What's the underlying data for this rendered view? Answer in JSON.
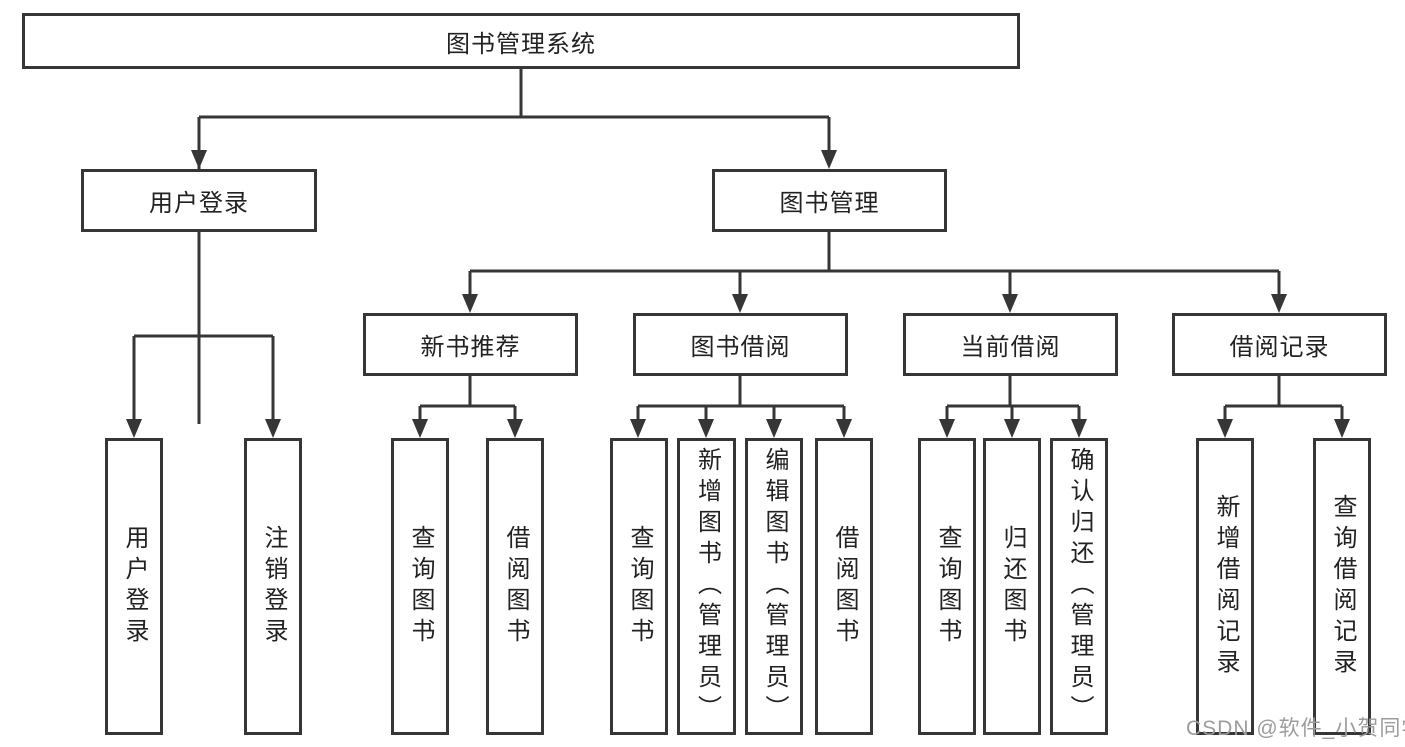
{
  "tree": {
    "label": "图书管理系统",
    "children": [
      {
        "label": "用户登录",
        "children": [
          {
            "label": "用户登录"
          },
          {
            "label": "注销登录"
          }
        ]
      },
      {
        "label": "图书管理",
        "children": [
          {
            "label": "新书推荐",
            "children": [
              {
                "label": "查询图书"
              },
              {
                "label": "借阅图书"
              }
            ]
          },
          {
            "label": "图书借阅",
            "children": [
              {
                "label": "查询图书"
              },
              {
                "label": "新增图书（管理员）"
              },
              {
                "label": "编辑图书（管理员）"
              },
              {
                "label": "借阅图书"
              }
            ]
          },
          {
            "label": "当前借阅",
            "children": [
              {
                "label": "查询图书"
              },
              {
                "label": "归还图书"
              },
              {
                "label": "确认归还（管理员）"
              }
            ]
          },
          {
            "label": "借阅记录",
            "children": [
              {
                "label": "新增借阅记录"
              },
              {
                "label": "查询借阅记录"
              }
            ]
          }
        ]
      }
    ]
  },
  "watermark": "CSDN @软件_小贺同学",
  "colors": {
    "line": "#363636",
    "text": "#222222",
    "watermark": "#9c9c9c",
    "background": "#ffffff"
  }
}
